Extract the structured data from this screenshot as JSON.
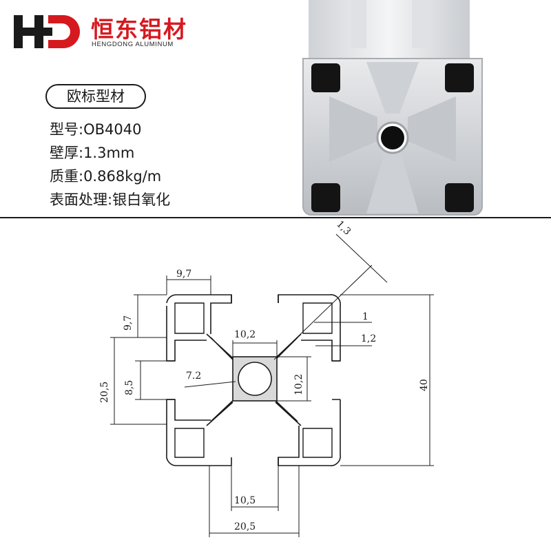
{
  "brand": {
    "monogram": "HD",
    "name_cn": "恒东铝材",
    "name_en": "HENGDONG ALUMINUM",
    "red": "#d6191f",
    "black": "#1a1a1a"
  },
  "product": {
    "badge": "欧标型材",
    "specs": [
      "型号:OB4040",
      "壁厚:1.3mm",
      "质重:0.868kg/m",
      "表面处理:银白氧化"
    ]
  },
  "drawing": {
    "dimensions": {
      "wall": "1,3",
      "top_lip": "9,7",
      "left_lip": "9,7",
      "core_width": "10,2",
      "lip_1": "1",
      "lip_2": "1,2",
      "slot_pitch": "20,5",
      "slot_inner": "8,5",
      "hole": "7.2",
      "core_height": "10,2",
      "overall": "40",
      "bottom_inner": "10,5",
      "bottom_outer": "20,5"
    }
  }
}
